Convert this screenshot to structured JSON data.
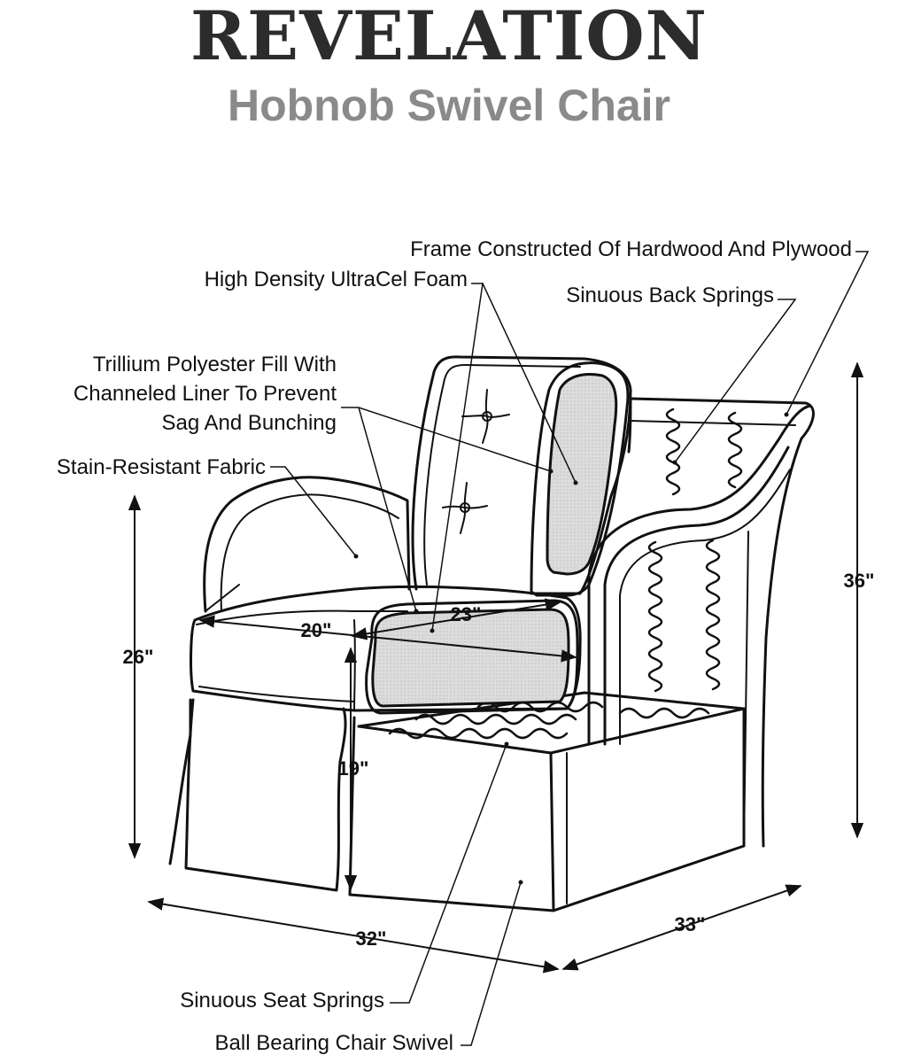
{
  "brand": "REVELATION",
  "product": "Hobnob Swivel Chair",
  "callouts": {
    "frame": "Frame Constructed Of Hardwood And Plywood",
    "foam": "High Density UltraCel Foam",
    "back_springs": "Sinuous Back Springs",
    "fill_line1": "Trillium Polyester Fill With",
    "fill_line2": "Channeled Liner To Prevent",
    "fill_line3": "Sag And Bunching",
    "fabric": "Stain-Resistant Fabric",
    "seat_springs": "Sinuous Seat Springs",
    "swivel": "Ball Bearing Chair Swivel"
  },
  "dimensions": {
    "total_height": "36\"",
    "arm_height": "26\"",
    "seat_height": "19\"",
    "seat_width": "20\"",
    "seat_depth": "23\"",
    "width": "32\"",
    "depth": "33\""
  }
}
